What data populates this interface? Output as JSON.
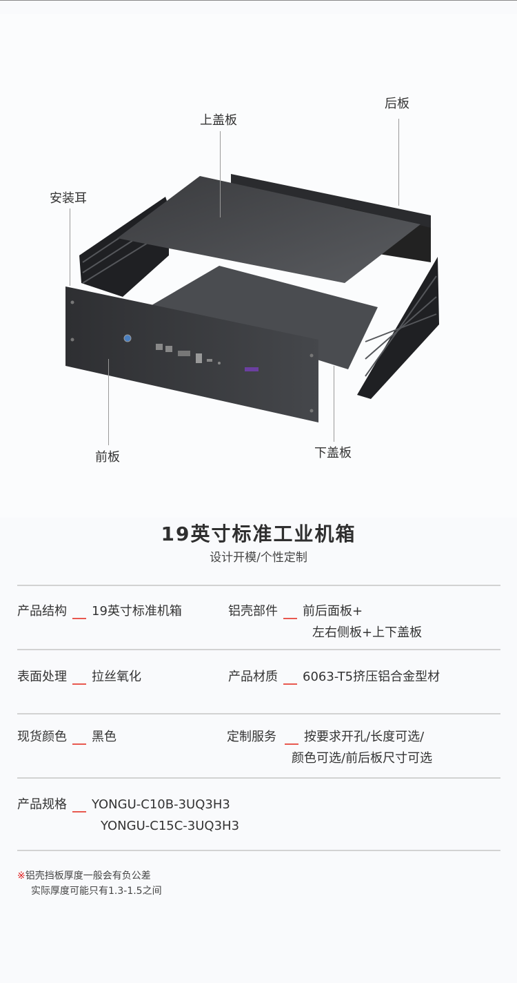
{
  "diagram": {
    "labels": {
      "top_cover": "上盖板",
      "back_panel": "后板",
      "mount_ear": "安装耳",
      "front_panel": "前板",
      "bottom_cover": "下盖板"
    }
  },
  "header": {
    "title": "19英寸标准工业机箱",
    "subtitle": "设计开模/个性定制"
  },
  "specs": [
    {
      "key": "产品结构",
      "value": [
        "19英寸标准机箱"
      ]
    },
    {
      "key": "铝壳部件",
      "value": [
        "前后面板+",
        "左右侧板+上下盖板"
      ]
    },
    {
      "key": "表面处理",
      "value": [
        "拉丝氧化"
      ]
    },
    {
      "key": "产品材质",
      "value": [
        "6063-T5挤压铝合金型材"
      ]
    },
    {
      "key": "现货颜色",
      "value": [
        "黑色"
      ]
    },
    {
      "key": "定制服务",
      "value": [
        "按要求开孔/长度可选/",
        "颜色可选/前后板尺寸可选"
      ]
    },
    {
      "key": "产品规格",
      "value": [
        "YONGU-C10B-3UQ3H3",
        "YONGU-C15C-3UQ3H3"
      ]
    }
  ],
  "note": {
    "symbol": "※",
    "line1": "铝壳挡板厚度一般会有负公差",
    "line2": "实际厚度可能只有1.3-1.5之间"
  },
  "colors": {
    "accent_dash": "#e8584f",
    "note_symbol": "#e02020"
  }
}
